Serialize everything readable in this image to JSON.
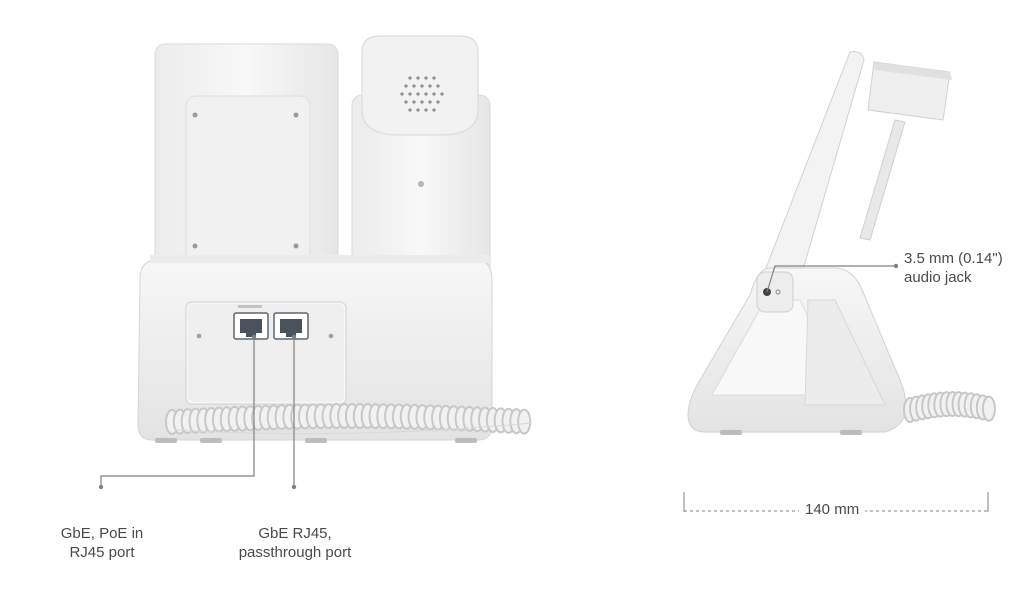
{
  "colors": {
    "device_body": "#f4f4f4",
    "device_shadow": "#dcdcdc",
    "device_edge": "#d0d0d0",
    "callout_line": "#808080",
    "text": "#4a4a4a",
    "port": "#5c6670"
  },
  "callouts": {
    "poe_port": {
      "line1": "GbE, PoE in",
      "line2": "RJ45 port"
    },
    "passthrough_port": {
      "line1": "GbE RJ45,",
      "line2": "passthrough port"
    },
    "audio_jack": {
      "line1": "3.5 mm (0.14\")",
      "line2": "audio jack"
    }
  },
  "dimension": {
    "depth_label": "140 mm"
  }
}
